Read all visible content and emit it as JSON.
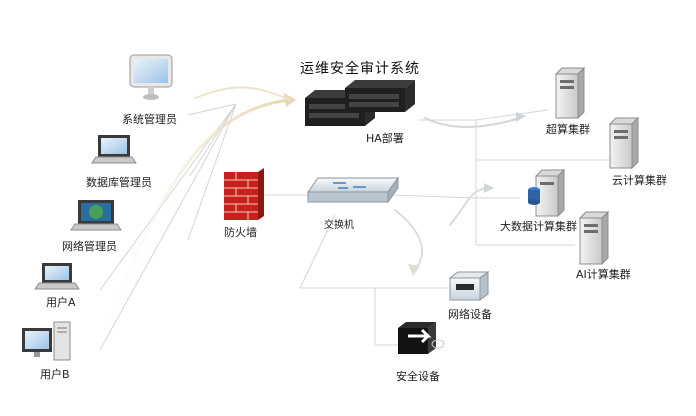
{
  "title": "运维安全审计系统",
  "clients": {
    "sys_admin": "系统管理员",
    "db_admin": "数据库管理员",
    "net_admin": "网络管理员",
    "user_a": "用户A",
    "user_b": "用户B"
  },
  "core": {
    "ha": "HA部署",
    "firewall": "防火墙",
    "switch": "交换机"
  },
  "targets": {
    "super": "超算集群",
    "cloud": "云计算集群",
    "bigdata": "大数据计算集群",
    "ai": "AI计算集群",
    "network": "网络设备",
    "security": "安全设备"
  },
  "colors": {
    "line": "#d8d8d8",
    "arrow": "#e8dcc0",
    "firewall_red": "#c8211d",
    "server_dark": "#1f1f1f"
  }
}
